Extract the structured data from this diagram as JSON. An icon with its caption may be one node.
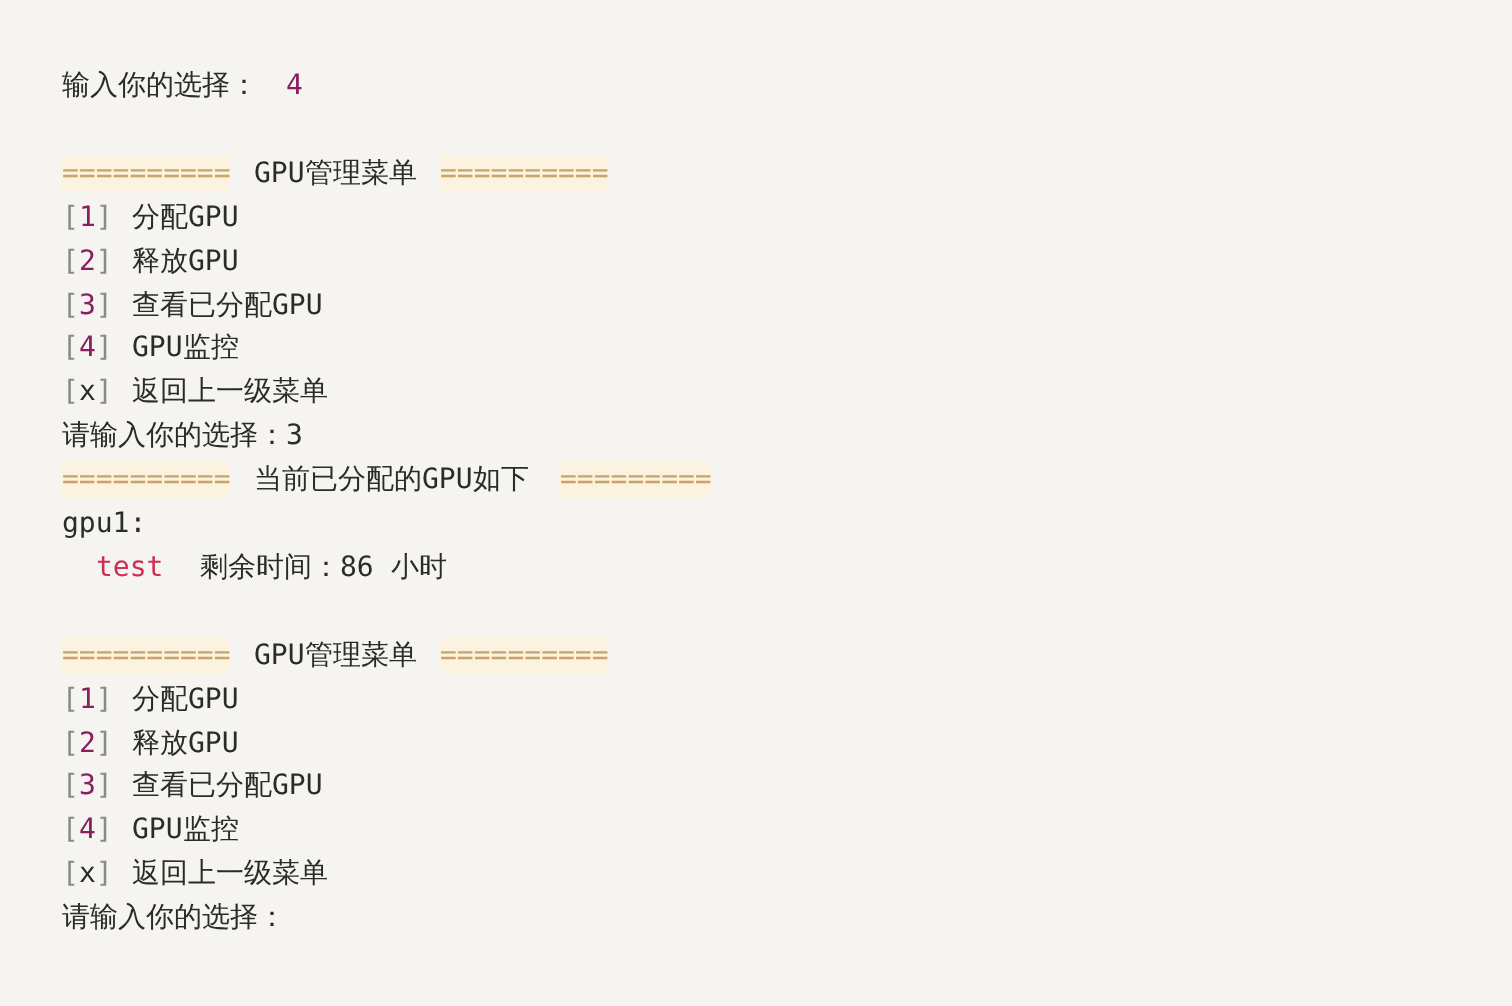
{
  "diagram": {
    "labels": [
      "输入你的选择：",
      "4",
      "==========",
      "GPU管理菜单",
      "==========",
      "[1]",
      "分配GPU",
      "[2]",
      "释放GPU",
      "[3]",
      "查看已分配GPU",
      "[4]",
      "GPU监控",
      "[x]",
      "返回上一级菜单",
      "请输入你的选择：3",
      "==========",
      "当前已分配的GPU如下",
      "=========",
      "gpu1:",
      "test",
      "剩余时间：86 小时",
      "==========",
      "GPU管理菜单",
      "==========",
      "[1]",
      "分配GPU",
      "[2]",
      "释放GPU",
      "[3]",
      "查看已分配GPU",
      "[4]",
      "GPU监控",
      "[x]",
      "返回上一级菜单",
      "请输入你的选择："
    ]
  }
}
